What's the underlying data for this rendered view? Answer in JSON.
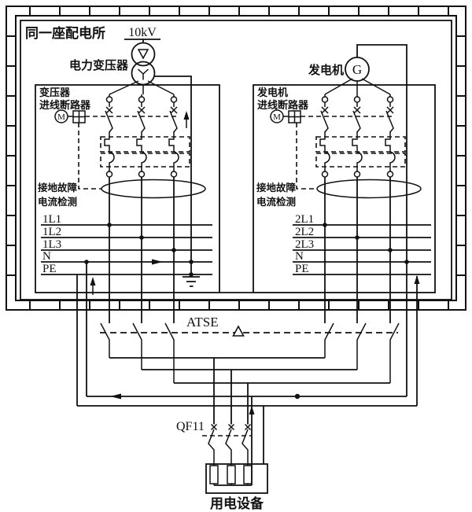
{
  "diagram": {
    "substation_label": "同一座配电所",
    "hv_label": "10kV",
    "transformer_label": "电力变压器",
    "generator_label": "发电机",
    "generator_letter": "G",
    "motor_letter": "M",
    "transformer_breaker_label": [
      "变压器",
      "进线断路器"
    ],
    "generator_breaker_label": [
      "发电机",
      "进线断路器"
    ],
    "ground_fault_label": [
      "接地故障",
      "电流检测"
    ],
    "left_buses": [
      "1L1",
      "1L2",
      "1L3",
      "N",
      "PE"
    ],
    "right_buses": [
      "2L1",
      "2L2",
      "2L3",
      "N",
      "PE"
    ],
    "atse_label": "ATSE",
    "qf_label": "QF11",
    "load_label": "用电设备"
  },
  "colors": {
    "line": "#111111",
    "background": "#ffffff"
  }
}
